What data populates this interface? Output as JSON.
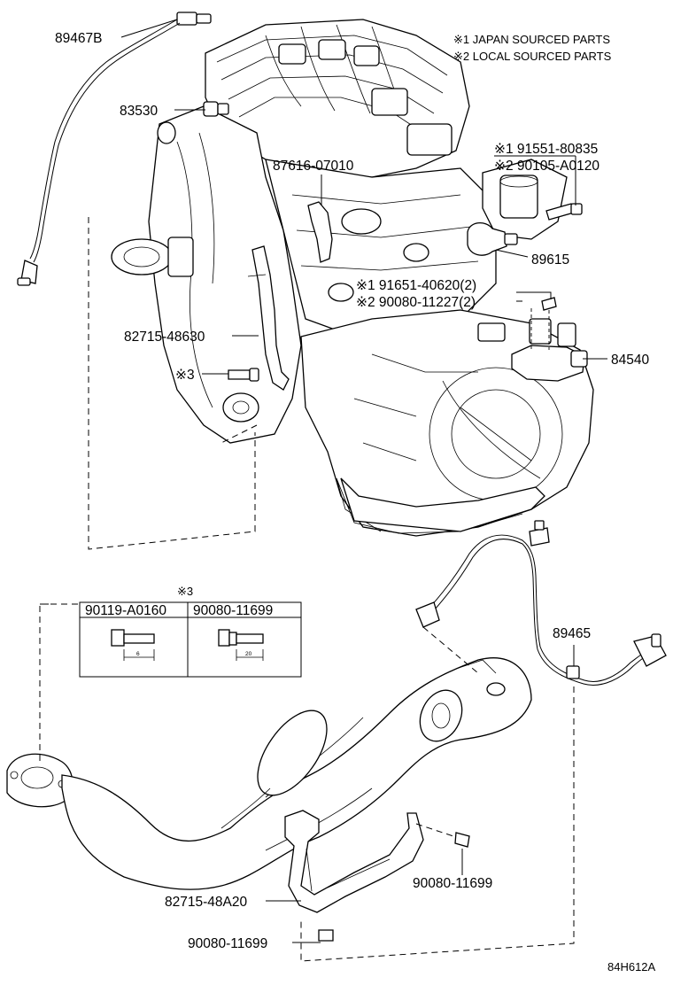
{
  "notes": {
    "japan": "※1 JAPAN SOURCED PARTS",
    "local": "※2 LOCAL SOURCED PARTS"
  },
  "parts": {
    "p89467b": "89467B",
    "p83530": "83530",
    "p87616": "87616-07010",
    "p91551": "※1 91551-80835",
    "p90105": "※2 90105-A0120",
    "p89615": "89615",
    "p91651": "※1 91651-40620(2)",
    "p90080_11227": "※2 90080-11227(2)",
    "p82715_48630": "82715-48630",
    "p84540": "84540",
    "note3_bolt": "※3",
    "p89465": "89465",
    "p90080_11699_right": "90080-11699",
    "p82715_48a20": "82715-48A20",
    "p90080_11699_bottom": "90080-11699"
  },
  "bolt_table": {
    "title": "※3",
    "col1": "90119-A0160",
    "col2": "90080-11699",
    "dim1": "6",
    "dim2": "20"
  },
  "illustration_code": "84H612A"
}
